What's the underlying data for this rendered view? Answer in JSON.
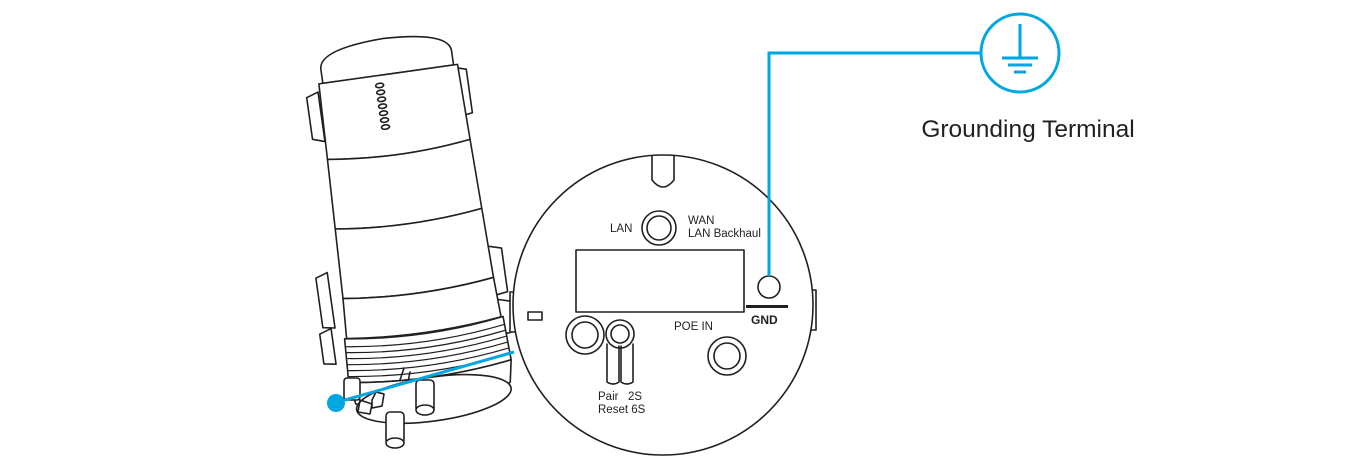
{
  "labels": {
    "lan": "LAN",
    "wan": "WAN",
    "lan_backhaul": "LAN  Backhaul",
    "poe_in": "POE IN",
    "gnd": "GND",
    "pair": "Pair   2S",
    "reset": "Reset 6S",
    "grounding_terminal": "Grounding Terminal"
  },
  "icons": {
    "ground_symbol": "ground-icon"
  },
  "colors": {
    "accent": "#00a7e1",
    "line": "#231f20"
  }
}
